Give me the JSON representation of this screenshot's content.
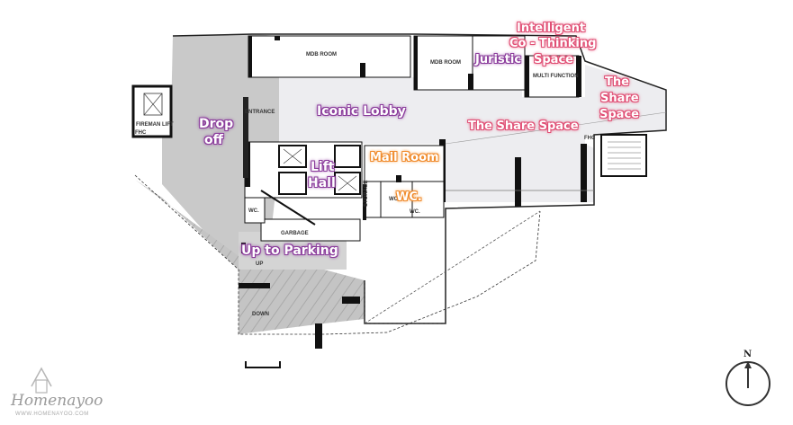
{
  "labels": {
    "intelligent": "Intelligent",
    "co_thinking": "Co - Thinking",
    "space_top": "Space",
    "juristic": "Juristic",
    "the_share_1": "The",
    "the_share_2": "Share",
    "the_share_3": "Space",
    "iconic_lobby": "Iconic Lobby",
    "share_space": "The Share Space",
    "drop": "Drop",
    "off": "off",
    "lift": "Lift",
    "hall": "Hall",
    "mail_room": "Mail Room",
    "wc": "WC.",
    "up_to_parking": "Up to Parking"
  },
  "rooms": {
    "mdb_room_1": "MDB ROOM",
    "mdb_room_2": "MDB ROOM",
    "multi_function": "MULTI FUNCTION",
    "entrance": "ENTRANCE",
    "fireman_lift": "FIREMAN LIFT",
    "fhc_1": "FHC",
    "fhc_2": "FHC",
    "storage": "STORAGE",
    "wc_1": "WC.",
    "wc_2": "WC.",
    "wc_3": "WC.",
    "garbage": "GARBAGE",
    "up": "UP",
    "down": "DOWN"
  },
  "compass": {
    "letter": "N"
  },
  "brand": {
    "name": "Homenayoo",
    "url": "WWW.HOMENAYOO.COM"
  },
  "colors": {
    "purple": "#8b3c9c",
    "pink": "#e04d73",
    "orange": "#f08a2a",
    "grey": "#c8c8c8",
    "lobby": "#ededf0"
  }
}
